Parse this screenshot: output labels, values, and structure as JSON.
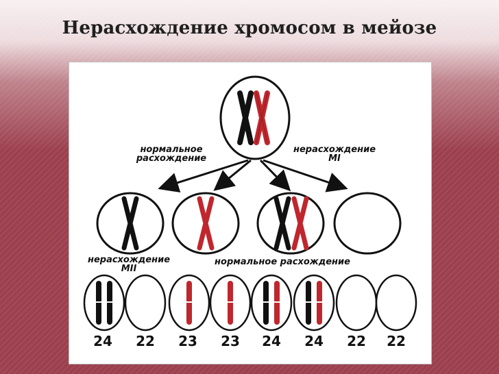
{
  "title": "Нерасхождение хромосом в мейозе",
  "labels": {
    "normal_1": "нормальное",
    "normal_2": "расхождение",
    "nondisj_mi_1": "нерасхождение",
    "nondisj_mi_2": "MI",
    "nondisj_mii_1": "нерасхождение",
    "nondisj_mii_2": "MII",
    "normal_bottom": "нормальное расхождение"
  },
  "gamete_counts": [
    "24",
    "22",
    "23",
    "23",
    "24",
    "24",
    "22",
    "22"
  ],
  "colors": {
    "black_chromosome": "#111111",
    "red_chromosome": "#c0262d",
    "background": "#9a3f4c"
  }
}
